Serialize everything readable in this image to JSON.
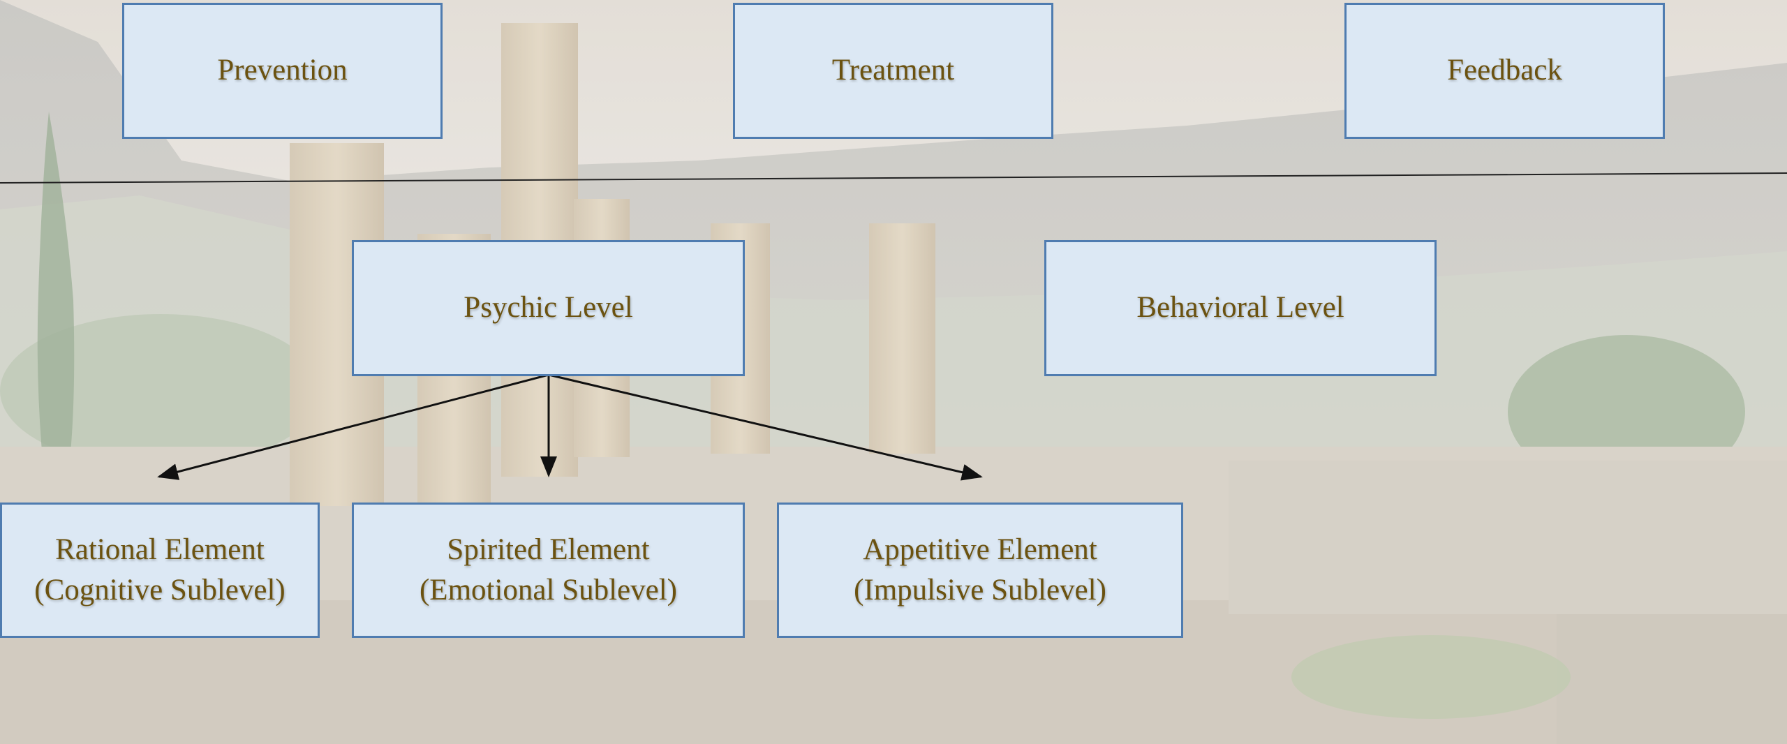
{
  "top_row": {
    "prevention": "Prevention",
    "treatment": "Treatment",
    "feedback": "Feedback"
  },
  "levels": {
    "psychic": "Psychic Level",
    "behavioral": "Behavioral Level"
  },
  "elements": {
    "rational": {
      "line1": "Rational Element",
      "line2": "(Cognitive Sublevel)"
    },
    "spirited": {
      "line1": "Spirited Element",
      "line2": "(Emotional Sublevel)"
    },
    "appetitive": {
      "line1": "Appetitive Element",
      "line2": "(Impulsive Sublevel)"
    }
  },
  "colors": {
    "box_fill": "#dce8f4",
    "box_border": "#4f7cb0",
    "text": "#6b5210",
    "connector": "#111111"
  },
  "background": "photo of temple ruins with columns and mountains (faded)"
}
